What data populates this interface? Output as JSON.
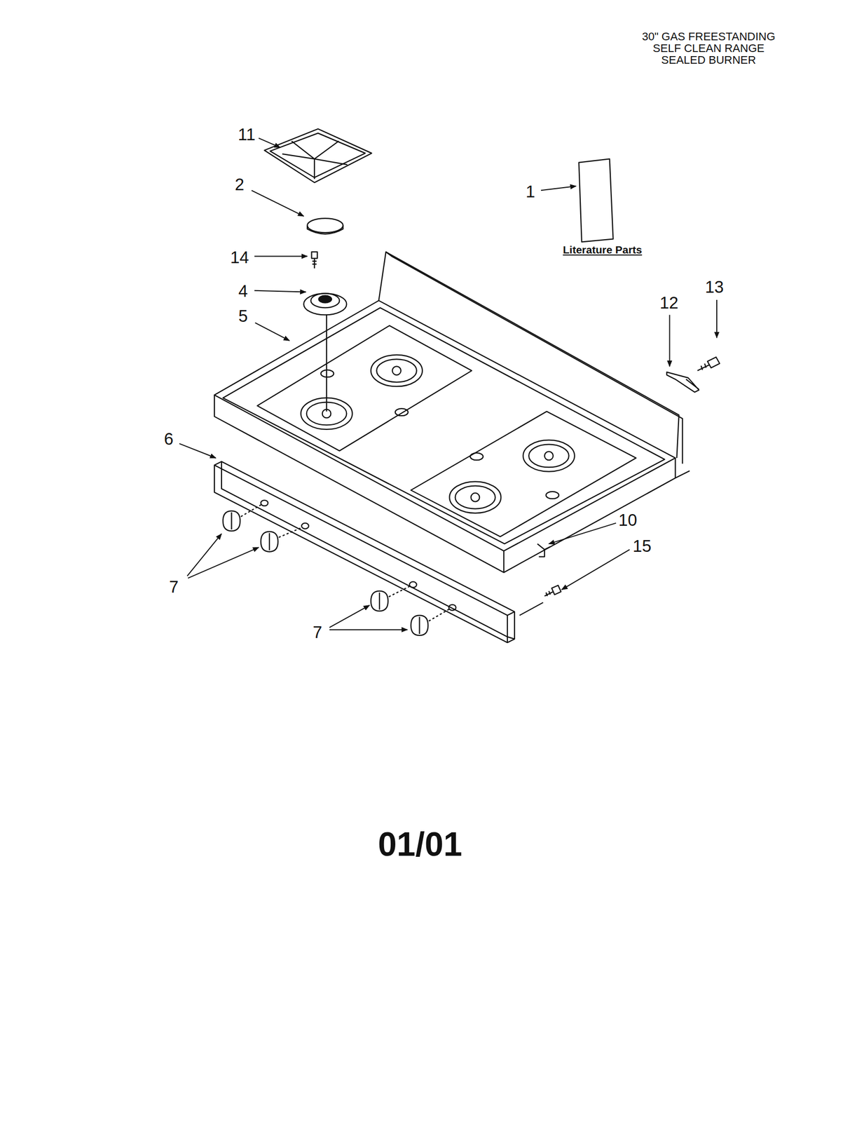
{
  "diagram": {
    "title": "30\" GAS FREESTANDING SELF CLEAN RANGE SEALED BURNER",
    "caption": "01/01",
    "labels": [
      "11",
      "2",
      "1",
      "Literature Parts",
      "14",
      "4",
      "13",
      "5",
      "12",
      "6",
      "10",
      "15",
      "7",
      "7"
    ]
  }
}
